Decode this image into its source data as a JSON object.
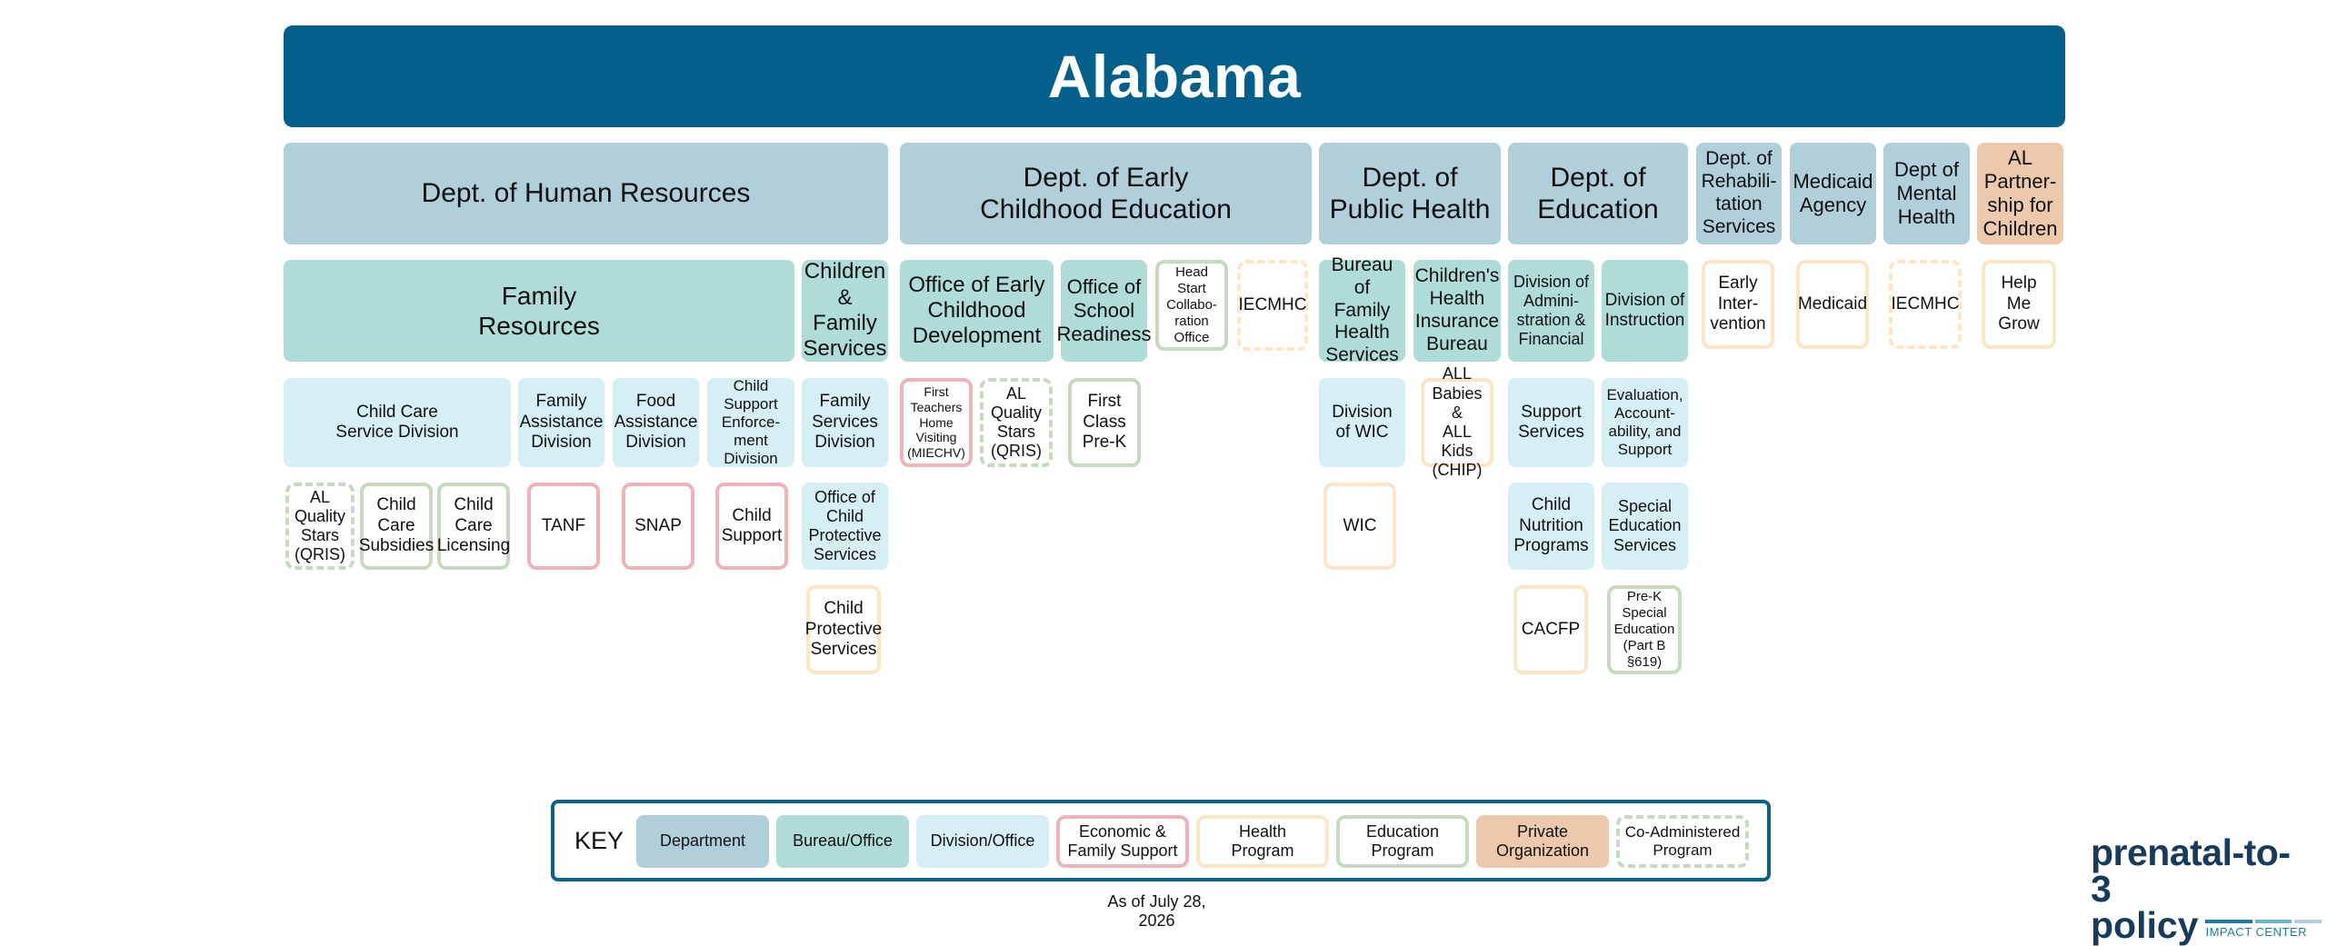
{
  "title": "Alabama",
  "departments": {
    "dhr": "Dept. of Human Resources",
    "dece": "Dept. of Early\nChildhood Education",
    "dph": "Dept. of\nPublic Health",
    "doe": "Dept. of\nEducation",
    "rehab": "Dept. of\nRehabili-\ntation\nServices",
    "medicaid": "Medicaid\nAgency",
    "mental": "Dept of\nMental\nHealth",
    "alpc": "AL\nPartner-\nship for\nChildren"
  },
  "offices": {
    "family_resources": "Family\nResources",
    "children_family": "Children\n& Family\nServices",
    "oecd": "Office of Early\nChildhood\nDevelopment",
    "osr": "Office of\nSchool\nReadiness",
    "head_start": "Head\nStart\nCollabo-\nration\nOffice",
    "iecmhc_dece": "IECMHC",
    "bfhs": "Bureau of\nFamily\nHealth\nServices",
    "chib": "Children's\nHealth\nInsurance\nBureau",
    "admin_fin": "Division of\nAdmini-\nstration &\nFinancial",
    "instruction": "Division of\nInstruction",
    "early_intervention": "Early\nInter-\nvention",
    "medicaid_prog": "Medicaid",
    "iecmhc_mh": "IECMHC",
    "help_me_grow": "Help Me\nGrow"
  },
  "divisions": {
    "ccsd": "Child Care\nService Division",
    "fad": "Family\nAssistance\nDivision",
    "food": "Food\nAssistance\nDivision",
    "csed": "Child\nSupport\nEnforce-\nment\nDivision",
    "fsd": "Family\nServices\nDivision",
    "miechv": "First\nTeachers\nHome\nVisiting\n(MIECHV)",
    "qris_dece": "AL\nQuality\nStars\n(QRIS)",
    "first_class": "First\nClass\nPre-K",
    "wic_div": "Division\nof WIC",
    "all_kids": "ALL\nBabies &\nALL Kids\n(CHIP)",
    "support_services": "Support\nServices",
    "evaluation": "Evaluation,\nAccount-\nability, and\nSupport"
  },
  "programs": {
    "qris_dhr": "AL\nQuality\nStars\n(QRIS)",
    "cc_subsidies": "Child\nCare\nSubsidies",
    "cc_licensing": "Child\nCare\nLicensing",
    "tanf": "TANF",
    "snap": "SNAP",
    "child_support": "Child\nSupport",
    "ocps": "Office of\nChild\nProtective\nServices",
    "cps": "Child\nProtective\nServices",
    "wic": "WIC",
    "child_nutrition": "Child\nNutrition\nPrograms",
    "special_ed": "Special\nEducation\nServices",
    "cacfp": "CACFP",
    "prek_sped": "Pre-K\nSpecial\nEducation\n(Part B\n§619)"
  },
  "key": {
    "title": "KEY",
    "department": "Department",
    "bureau": "Bureau/Office",
    "division": "Division/Office",
    "econ": "Economic &\nFamily Support",
    "health": "Health\nProgram",
    "education": "Education\nProgram",
    "private": "Private\nOrganization",
    "co": "Co-Administered\nProgram"
  },
  "date": "As of July 28, 2026",
  "logo": {
    "line1": "prenatal-to-3",
    "line2": "policy",
    "tag": "IMPACT CENTER"
  },
  "colors": {
    "title_bg": "#03608a",
    "department": "#b1cedb",
    "bureau": "#b0dcd8",
    "division": "#d6eff4",
    "econ_border": "#efb3ba",
    "health_border": "#fde6c8",
    "education_border": "#c7d9c0",
    "private": "#ecc9ac"
  }
}
